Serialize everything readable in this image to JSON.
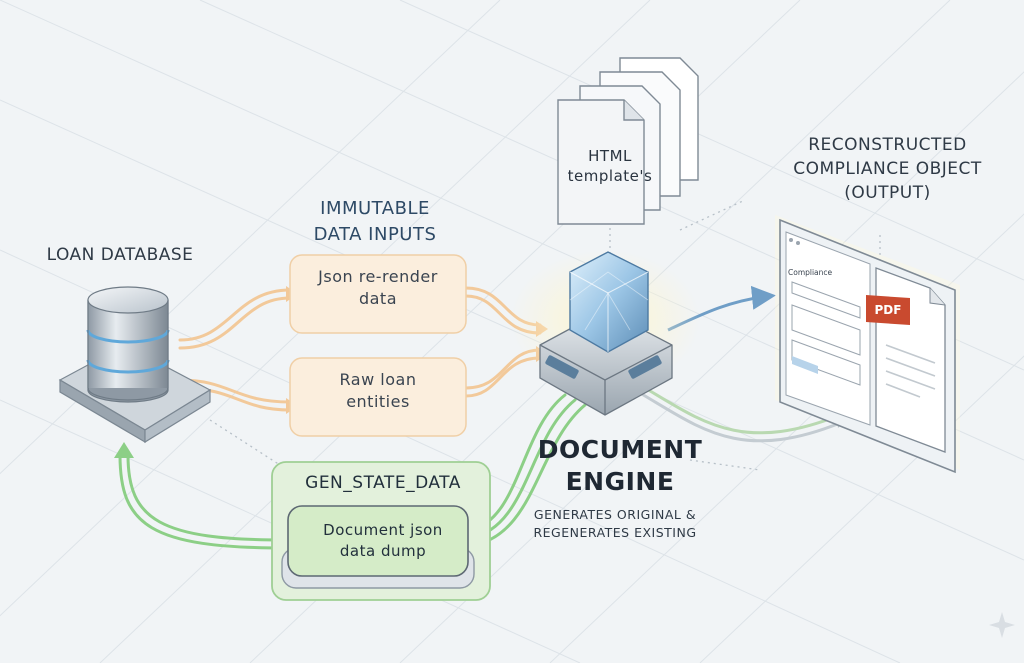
{
  "labels": {
    "loan_database": "LOAN DATABASE",
    "inputs_title_line1": "IMMUTABLE",
    "inputs_title_line2": "DATA INPUTS",
    "input1_line1": "Json re-render",
    "input1_line2": "data",
    "input2_line1": "Raw loan",
    "input2_line2": "entities",
    "gen_state_title": "GEN_STATE_DATA",
    "gen_state_inner_line1": "Document json",
    "gen_state_inner_line2": "data dump",
    "template_line1": "HTML",
    "template_line2": "template's",
    "engine_line1": "DOCUMENT",
    "engine_line2": "ENGINE",
    "engine_sub_line1": "GENERATES ORIGINAL &",
    "engine_sub_line2": "REGENERATES EXISTING",
    "output_line1": "RECONSTRUCTED",
    "output_line2": "COMPLIANCE OBJECT",
    "output_line3": "(OUTPUT)",
    "doc_heading": "Compliance",
    "pdf_badge": "PDF"
  },
  "colors": {
    "background": "#f1f4f6",
    "input_box": "#fbeedd",
    "input_border": "#f0cfa6",
    "gen_state_box": "#e3f1dc",
    "gen_state_border": "#9fcf94",
    "green_arrow": "#8ccf86",
    "orange_arrow": "#f2c99a",
    "blue_arrow": "#6f9ec7",
    "pdf_red": "#c94a2f"
  }
}
